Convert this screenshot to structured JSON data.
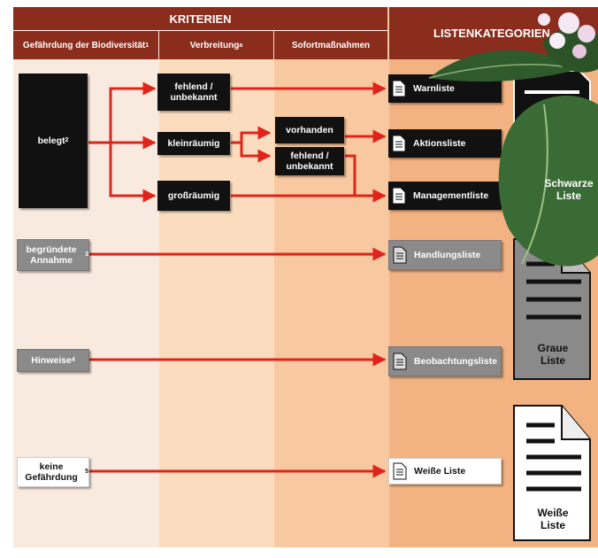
{
  "header": {
    "kriterien": "KRITERIEN",
    "listenkategorien": "LISTENKATEGORIEN",
    "col1": "Gefährdung der Biodiversität",
    "col1_sup": "1",
    "col2": "Verbreitung",
    "col2_sup": "a",
    "col3": "Sofortmaßnahmen"
  },
  "criteria": {
    "belegt": "belegt",
    "belegt_sup": "2",
    "begruendete": "begründete Annahme",
    "begruendete_sup": "3",
    "hinweise": "Hinweise",
    "hinweise_sup": "4",
    "keine": "keine Gefährdung",
    "keine_sup": "5"
  },
  "verbreitung": {
    "fehlend": "fehlend / unbekannt",
    "kleinraeumig": "kleinräumig",
    "grossraeumig": "großräumig"
  },
  "sofortmassnahmen": {
    "vorhanden": "vorhanden",
    "fehlend": "fehlend / unbekannt"
  },
  "lists": {
    "warnliste": "Warnliste",
    "aktionsliste": "Aktionsliste",
    "managementliste": "Managementliste",
    "handlungsliste": "Handlungsliste",
    "beobachtungsliste": "Beobachtungsliste",
    "weisse_liste": "Weiße Liste"
  },
  "big_docs": {
    "schwarze": "Schwarze Liste",
    "graue": "Graue Liste",
    "weisse": "Weiße Liste"
  },
  "colors": {
    "header": "#8a2d1c",
    "arrow": "#e0241b",
    "black_box": "#111111",
    "gray_box": "#8a8a8a"
  }
}
